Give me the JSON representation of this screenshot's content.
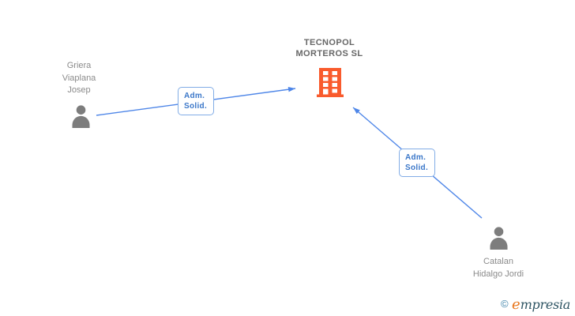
{
  "colors": {
    "background": "#ffffff",
    "edge": "#4e86e8",
    "label_border": "#82ade6",
    "label_text": "#3b77c9",
    "company_text": "#676767",
    "person_text": "#8b8b8b",
    "building": "#f95b2d",
    "person_icon": "#7d7d7d",
    "logo_copyright": "#3a80a8",
    "logo_initial": "#e8761c",
    "logo_rest": "#2f5564"
  },
  "diagram": {
    "company": {
      "name": "TECNOPOL MORTEROS SL"
    },
    "persons": [
      {
        "name": "Griera Viaplana Josep"
      },
      {
        "name": "Catalan Hidalgo Jordi"
      }
    ],
    "edges": [
      {
        "label": "Adm. Solid."
      },
      {
        "label": "Adm. Solid."
      }
    ]
  },
  "footer": {
    "copyright_symbol": "©",
    "brand_initial": "e",
    "brand_rest": "mpresia"
  }
}
